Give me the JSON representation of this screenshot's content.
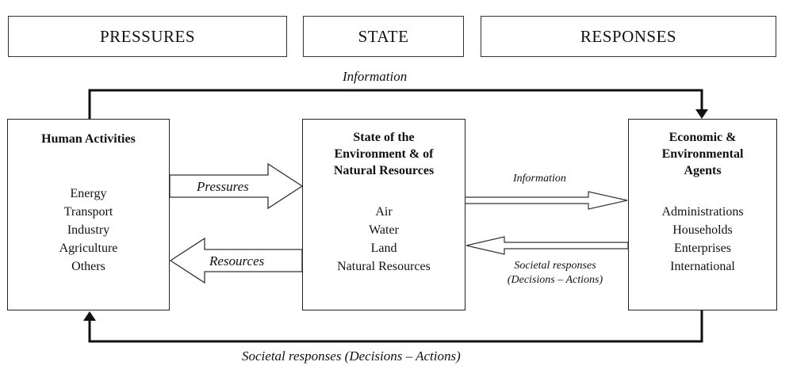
{
  "headers": {
    "pressures": "PRESSURES",
    "state": "STATE",
    "responses": "RESPONSES"
  },
  "left_box": {
    "title": "Human Activities",
    "items": [
      "Energy",
      "Transport",
      "Industry",
      "Agriculture",
      "Others"
    ]
  },
  "center_box": {
    "title_lines": [
      "State of the",
      "Environment & of",
      "Natural Resources"
    ],
    "items": [
      "Air",
      "Water",
      "Land",
      "Natural Resources"
    ]
  },
  "right_box": {
    "title_lines": [
      "Economic &",
      "Environmental",
      "Agents"
    ],
    "items": [
      "Administrations",
      "Households",
      "Enterprises",
      "International"
    ]
  },
  "flows": {
    "top_information": "Information",
    "pressures": "Pressures",
    "resources": "Resources",
    "mid_information": "Information",
    "societal_responses_line1": "Societal responses",
    "societal_responses_line2": "(Decisions – Actions)",
    "bottom_societal": "Societal responses (Decisions – Actions)"
  }
}
